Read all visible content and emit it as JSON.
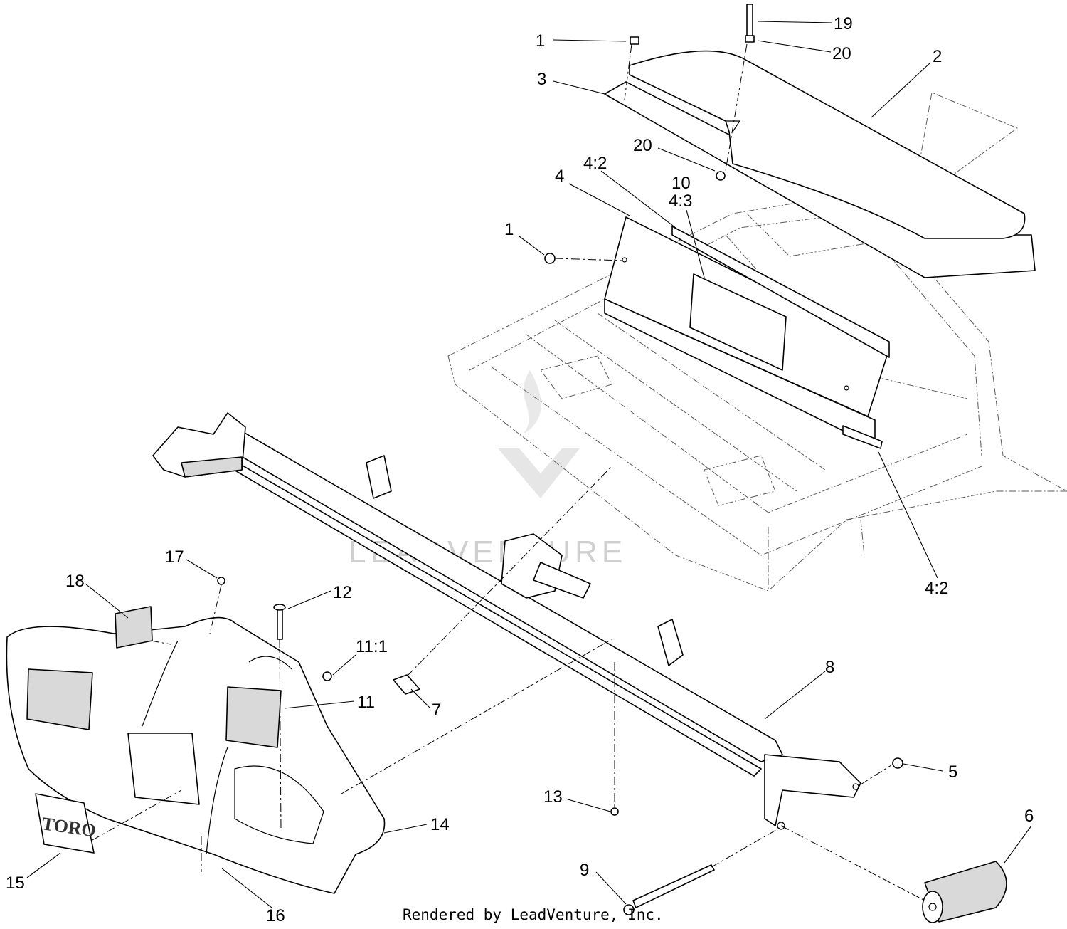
{
  "callouts": [
    {
      "id": "c1a",
      "text": "1"
    },
    {
      "id": "c19",
      "text": "19"
    },
    {
      "id": "c20a",
      "text": "20"
    },
    {
      "id": "c2",
      "text": "2"
    },
    {
      "id": "c3",
      "text": "3"
    },
    {
      "id": "c20b",
      "text": "20"
    },
    {
      "id": "c42a",
      "text": "4:2"
    },
    {
      "id": "c4",
      "text": "4"
    },
    {
      "id": "c10",
      "text": "10"
    },
    {
      "id": "c43",
      "text": "4:3"
    },
    {
      "id": "c1b",
      "text": "1"
    },
    {
      "id": "c42b",
      "text": "4:2"
    },
    {
      "id": "c17",
      "text": "17"
    },
    {
      "id": "c18",
      "text": "18"
    },
    {
      "id": "c12",
      "text": "12"
    },
    {
      "id": "c111",
      "text": "11:1"
    },
    {
      "id": "c11",
      "text": "11"
    },
    {
      "id": "c7",
      "text": "7"
    },
    {
      "id": "c8",
      "text": "8"
    },
    {
      "id": "c5",
      "text": "5"
    },
    {
      "id": "c13",
      "text": "13"
    },
    {
      "id": "c14",
      "text": "14"
    },
    {
      "id": "c6",
      "text": "6"
    },
    {
      "id": "c9",
      "text": "9"
    },
    {
      "id": "c15",
      "text": "15"
    },
    {
      "id": "c16",
      "text": "16"
    }
  ],
  "emblem_text": "TORO",
  "watermark_text": "LEADVENTURE",
  "credit_text": "Rendered by LeadVenture, Inc."
}
